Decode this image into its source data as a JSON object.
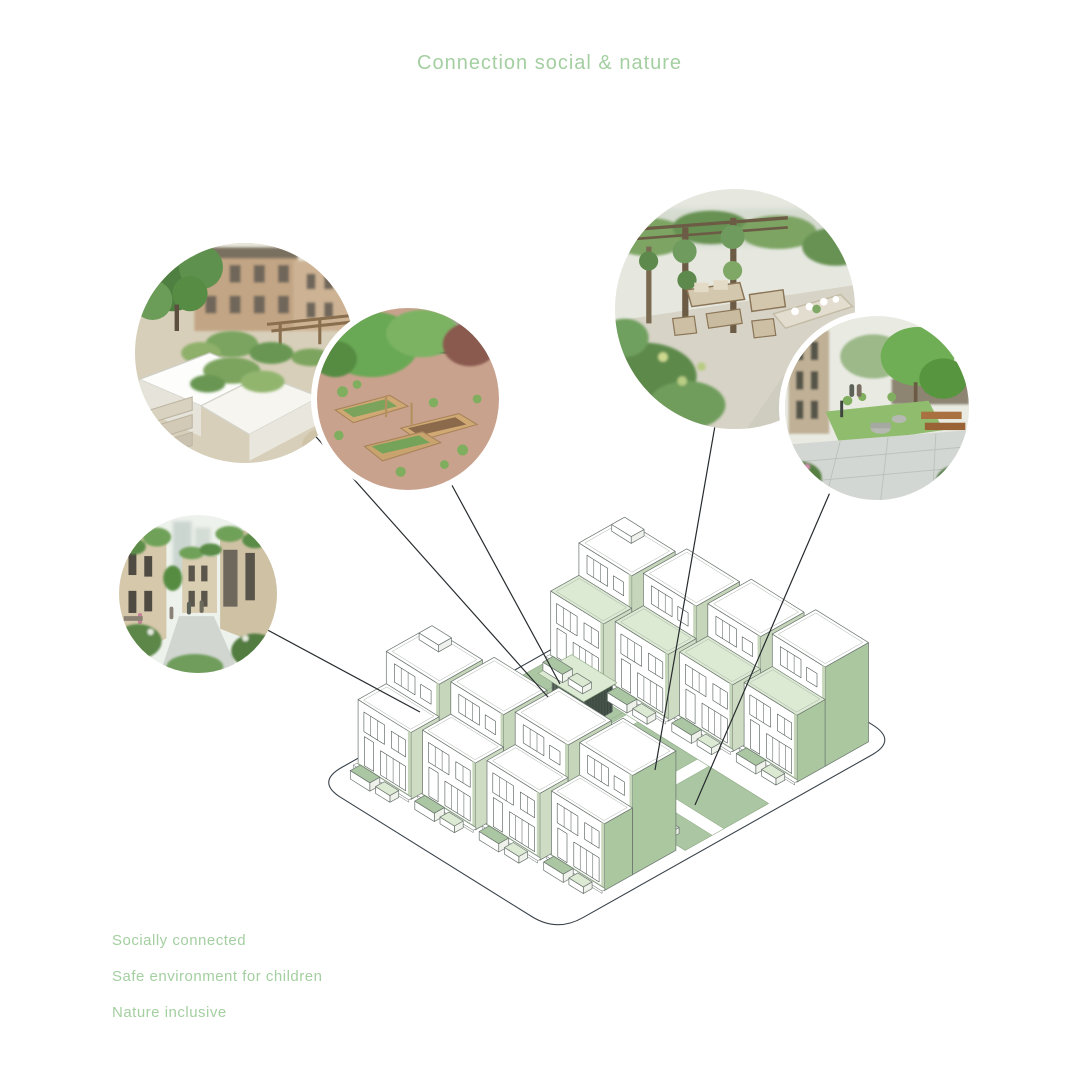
{
  "title": "Connection social & nature",
  "features": [
    "Socially connected",
    "Safe environment for children",
    "Nature inclusive"
  ],
  "photos": [
    {
      "name": "courtyard-garden-photo"
    },
    {
      "name": "community-garden-photo"
    },
    {
      "name": "roof-terrace-photo"
    },
    {
      "name": "courtyard-render-photo"
    },
    {
      "name": "mews-street-photo"
    }
  ],
  "drawing": {
    "name": "axonometric-site-plan",
    "rows": 2,
    "houses": 8
  },
  "colors": {
    "accent_text": "#a4cfa1",
    "line": "#39424a",
    "edge": "#6a746e",
    "soft": "#a9b2a8",
    "win": "#4d5752",
    "sage": "#abc6a2",
    "sage_edge": "#8ca782",
    "pale": "#dcead3",
    "party": "#c6d6ba",
    "party2": "#cfdcc4",
    "wall_green": "#aac7a0",
    "base": "#a3bd98",
    "store_front": "#5a6a5f",
    "store_side": "#46544b",
    "store_slat": "#303d35"
  }
}
